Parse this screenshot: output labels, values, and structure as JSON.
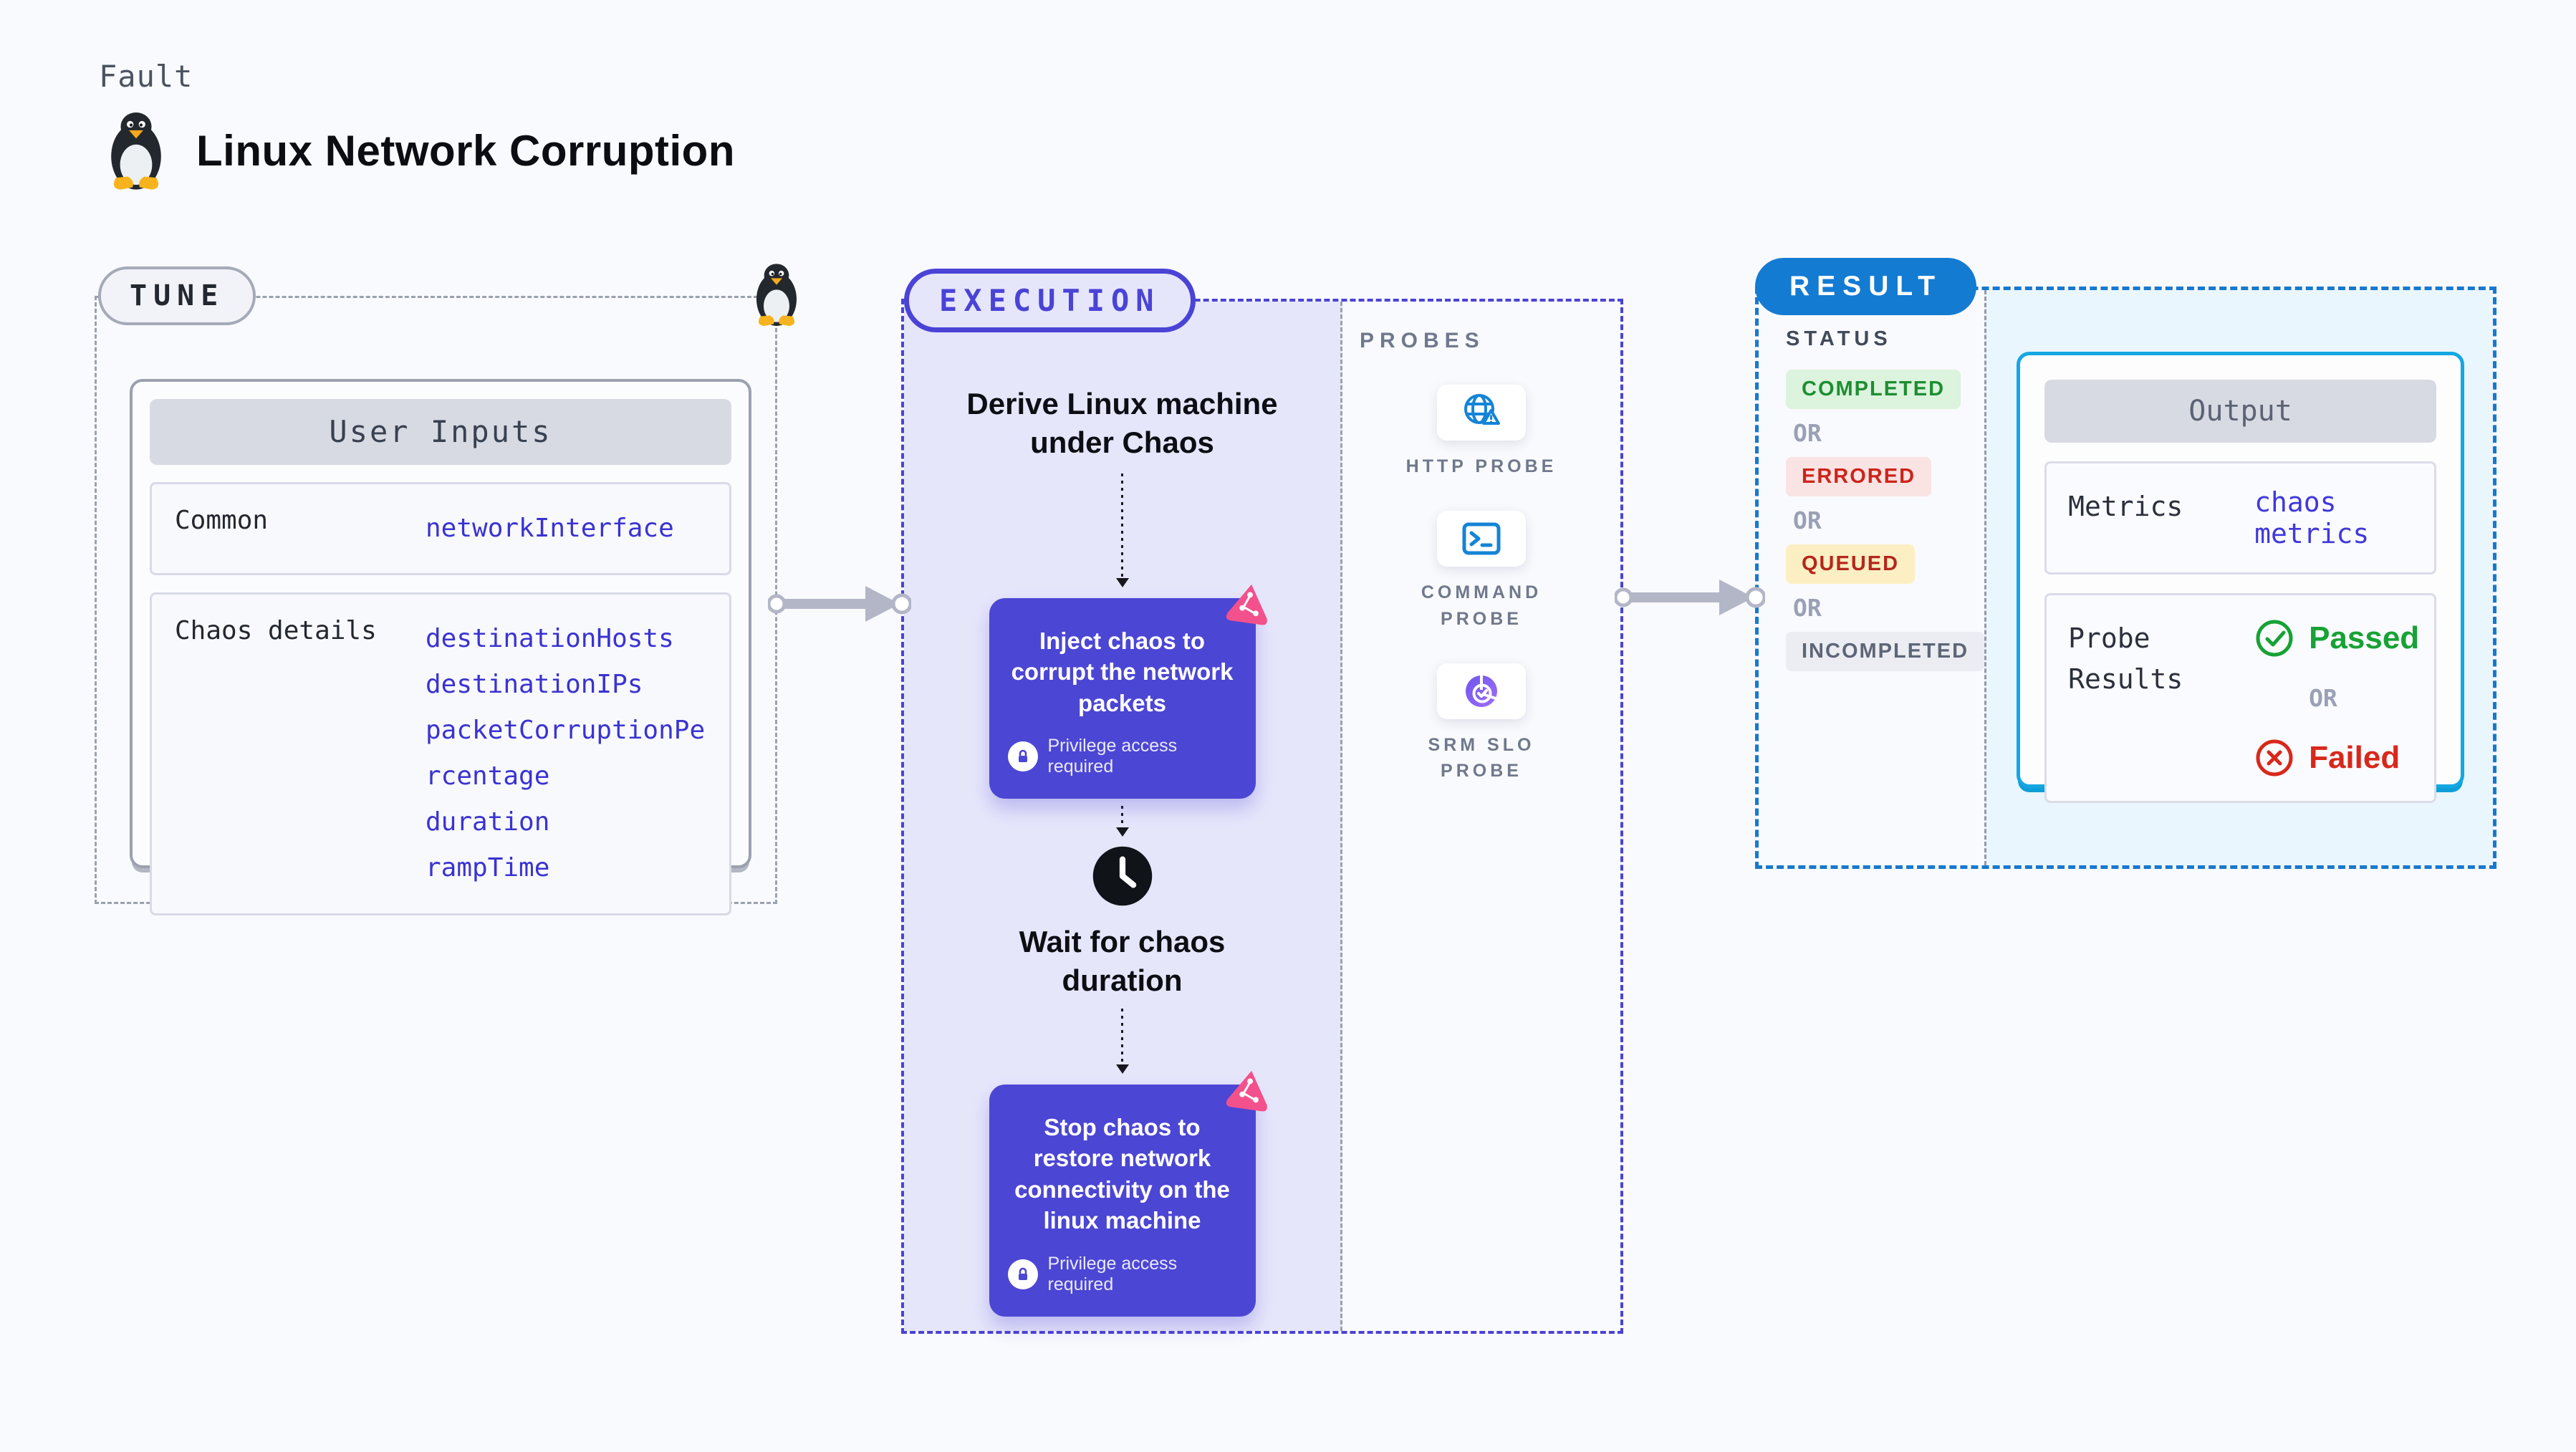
{
  "header": {
    "eyebrow": "Fault",
    "title": "Linux Network Corruption",
    "title_icon": "tux-penguin-icon"
  },
  "tune": {
    "pill": "TUNE",
    "corner_icon": "tux-penguin-icon",
    "card": {
      "title": "User Inputs",
      "rows": [
        {
          "label": "Common",
          "values": [
            "networkInterface"
          ]
        },
        {
          "label": "Chaos details",
          "values": [
            "destinationHosts",
            "destinationIPs",
            "packetCorruptionPercentage",
            "duration",
            "rampTime"
          ]
        }
      ]
    }
  },
  "execution": {
    "pill": "EXECUTION",
    "flow": {
      "derive_title": "Derive Linux machine under Chaos",
      "inject_label": "Inject chaos to corrupt the network packets",
      "privilege_note": "Privilege access required",
      "wait_label": "Wait for chaos duration",
      "stop_label": "Stop chaos to restore network connectivity on the linux machine"
    },
    "probes": {
      "heading": "PROBES",
      "items": [
        {
          "label": "HTTP PROBE",
          "icon": "globe-alert-icon"
        },
        {
          "label": "COMMAND PROBE",
          "icon": "terminal-icon"
        },
        {
          "label": "SRM SLO PROBE",
          "icon": "slo-gauge-icon"
        }
      ]
    }
  },
  "result": {
    "pill": "RESULT",
    "status_heading": "STATUS",
    "or_label": "OR",
    "statuses": [
      {
        "label": "COMPLETED",
        "text_color": "#1e8e31",
        "bg_color": "#dcf3dd"
      },
      {
        "label": "ERRORED",
        "text_color": "#cc241a",
        "bg_color": "#fae3e3"
      },
      {
        "label": "QUEUED",
        "text_color": "#b5271c",
        "bg_color": "#fcefc3"
      },
      {
        "label": "INCOMPLETED",
        "text_color": "#5d6677",
        "bg_color": "#ecedf3"
      }
    ],
    "output": {
      "title": "Output",
      "metrics_label": "Metrics",
      "metrics_value": "chaos metrics",
      "probe_results_label": "Probe Results",
      "passed_label": "Passed",
      "or_label": "OR",
      "failed_label": "Failed"
    }
  },
  "colors": {
    "page_bg": "#f9fafd",
    "indigo_border": "#4a43d6",
    "indigo_panel": "#e6e6fb",
    "node_indigo": "#4c46d4",
    "result_blue": "#147bd2",
    "cyan_border": "#14a7e2",
    "cyan_panel": "#e9f6fd",
    "value_blue": "#3a33d1",
    "passed_green": "#17a235",
    "failed_red": "#d8281b",
    "arrow_gray": "#b3b6c7",
    "dash_gray": "#9aa1ae",
    "pink_badge": "#f2518c"
  }
}
